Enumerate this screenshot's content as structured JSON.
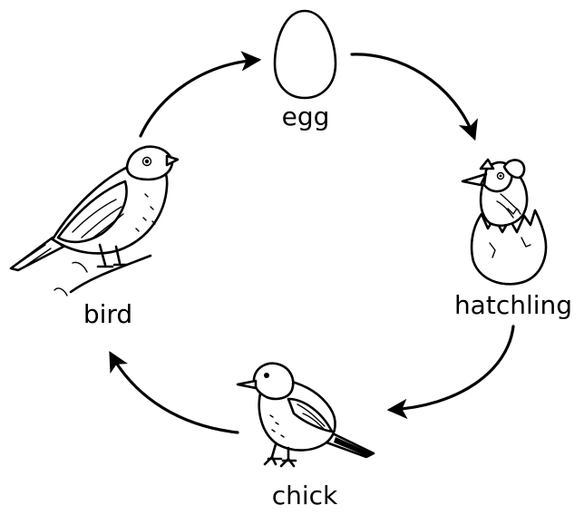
{
  "diagram": {
    "type": "life-cycle",
    "stages": [
      {
        "id": "egg",
        "label": "egg"
      },
      {
        "id": "hatchling",
        "label": "hatchling"
      },
      {
        "id": "chick",
        "label": "chick"
      },
      {
        "id": "bird",
        "label": "bird"
      }
    ],
    "cycle": [
      "egg",
      "hatchling",
      "chick",
      "bird",
      "egg"
    ]
  }
}
